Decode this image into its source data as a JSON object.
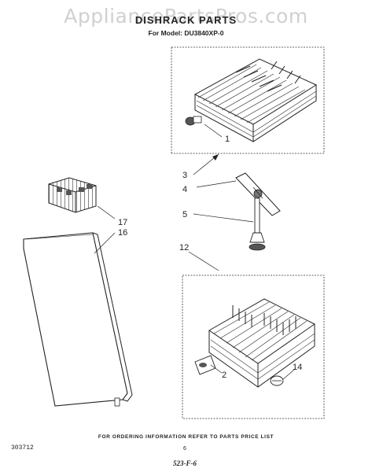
{
  "watermark": "AppliancePartsPros.com",
  "header": {
    "title": "DISHRACK PARTS",
    "model_line": "For Model: DU3840XP-0"
  },
  "callouts": {
    "c1": "1",
    "c2": "2",
    "c3": "3",
    "c4": "4",
    "c5": "5",
    "c12": "12",
    "c14": "14",
    "c16": "16",
    "c17": "17"
  },
  "footer": {
    "note": "FOR ORDERING INFORMATION REFER TO PARTS PRICE LIST",
    "code": "303712",
    "page": "6",
    "handwritten": "523-F-6"
  }
}
